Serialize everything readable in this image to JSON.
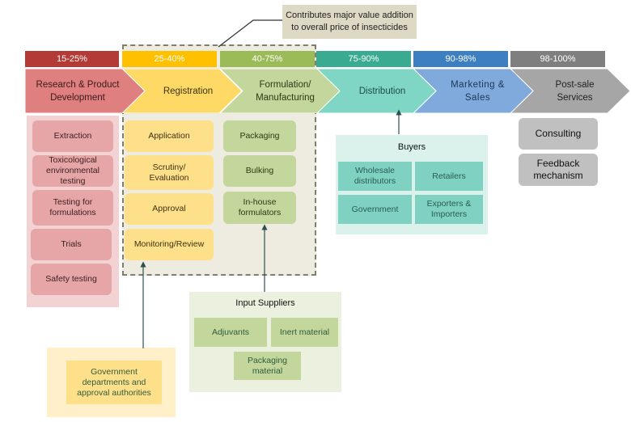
{
  "callout": {
    "text_line1": "Contributes major value addition",
    "text_line2": "to overall price of insecticides"
  },
  "stages": [
    {
      "name": "Research & Product Development",
      "line1": "Research & Product",
      "line2": "Development",
      "percent": "15-25%",
      "bar_color": "#b33a35",
      "arrow_color": "#df7f7f",
      "text_color": "#3a1a1a"
    },
    {
      "name": "Registration",
      "line1": "Registration",
      "line2": "",
      "percent": "25-40%",
      "bar_color": "#ffc000",
      "arrow_color": "#ffd966",
      "text_color": "#3a3215"
    },
    {
      "name": "Formulation/ Manufacturing",
      "line1": "Formulation/",
      "line2": "Manufacturing",
      "percent": "40-75%",
      "bar_color": "#9bbb59",
      "arrow_color": "#c3d69b",
      "text_color": "#2c3a15"
    },
    {
      "name": "Distribution",
      "line1": "Distribution",
      "line2": "",
      "percent": "75-90%",
      "bar_color": "#3aab91",
      "arrow_color": "#7fd6c5",
      "text_color": "#1d4d44"
    },
    {
      "name": "Marketing & Sales",
      "line1": "Marketing &",
      "line2": "Sales",
      "percent": "90-98%",
      "bar_color": "#3d7fc1",
      "arrow_color": "#7faadb",
      "text_color": "#1d3556"
    },
    {
      "name": "Post-sale Services",
      "line1": "Post-sale",
      "line2": "Services",
      "percent": "98-100%",
      "bar_color": "#7f7f7f",
      "arrow_color": "#a6a6a6",
      "text_color": "#222222"
    }
  ],
  "rd_items": [
    {
      "line1": "Extraction",
      "line2": "",
      "line3": ""
    },
    {
      "line1": "Toxicological",
      "line2": "environmental",
      "line3": "testing"
    },
    {
      "line1": "Testing for",
      "line2": "formulations",
      "line3": ""
    },
    {
      "line1": "Trials",
      "line2": "",
      "line3": ""
    },
    {
      "line1": "Safety testing",
      "line2": "",
      "line3": ""
    }
  ],
  "registration_items": [
    {
      "line1": "Application",
      "line2": ""
    },
    {
      "line1": "Scrutiny/",
      "line2": "Evaluation"
    },
    {
      "line1": "Approval",
      "line2": ""
    },
    {
      "line1": "Monitoring/Review",
      "line2": ""
    }
  ],
  "formulation_items": [
    {
      "line1": "Packaging",
      "line2": ""
    },
    {
      "line1": "Bulking",
      "line2": ""
    },
    {
      "line1": "In-house",
      "line2": "formulators"
    }
  ],
  "buyers": {
    "title": "Buyers",
    "items": [
      {
        "line1": "Wholesale",
        "line2": "distributors"
      },
      {
        "line1": "Retailers",
        "line2": ""
      },
      {
        "line1": "Government",
        "line2": ""
      },
      {
        "line1": "Exporters &",
        "line2": "Importers"
      }
    ]
  },
  "post_sale_items": [
    {
      "line1": "Consulting",
      "line2": ""
    },
    {
      "line1": "Feedback",
      "line2": "mechanism"
    }
  ],
  "input_suppliers": {
    "title": "Input Suppliers",
    "items": [
      {
        "line1": "Adjuvants",
        "line2": ""
      },
      {
        "line1": "Inert material",
        "line2": ""
      },
      {
        "line1": "Packaging",
        "line2": "material"
      }
    ]
  },
  "government": {
    "line1": "Government",
    "line2": "departments and",
    "line3": "approval authorities"
  }
}
